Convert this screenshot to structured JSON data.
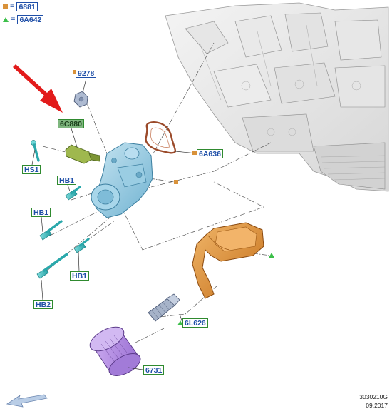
{
  "legend": {
    "square_marker_part": "6881",
    "triangle_marker_part": "6A642",
    "equals_sign": "="
  },
  "callouts": {
    "bolt_9278": "9278",
    "sensor_6c880": "6C880",
    "gasket_6a636": "6A636",
    "hs1": "HS1",
    "hb1_top": "HB1",
    "hb1_mid": "HB1",
    "hb1_low": "HB1",
    "hb2": "HB2",
    "adapter_6l626": "6L626",
    "filter_6731": "6731"
  },
  "footer": {
    "drawing_number": "3030210G",
    "date": "09.2017"
  },
  "colors": {
    "callout_blue": "#1f4fa8",
    "callout_green": "#2f8a2f",
    "marker_square": "#d9923a",
    "marker_triangle": "#3cbf4a",
    "arrow_red": "#e21b1b",
    "housing_blue": "#8fc7df",
    "oil_pan_orange": "#d98a2a",
    "filter_purple": "#b58ee0",
    "sensor_green": "#8aa341",
    "bolt_teal": "#3ebfc2"
  }
}
